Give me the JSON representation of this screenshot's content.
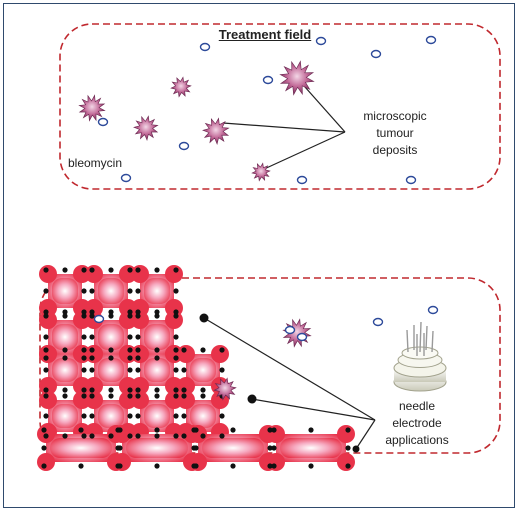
{
  "top_panel": {
    "title": "Treatment field",
    "tumour_label_lines": [
      "microscopic",
      "tumour",
      "deposits"
    ],
    "drug_label": "bleomycin"
  },
  "bottom_panel": {
    "needle_label_lines": [
      "needle",
      "electrode",
      "applications"
    ]
  },
  "colors": {
    "frame_border": "#2f4a6d",
    "dashed_border": "#c0282e",
    "tumour_fill": "#b0557e",
    "electroporation_red": "#e8334a",
    "molecule_stroke": "#2d4a9a"
  },
  "icons": [
    "tumour-star-icon",
    "bleomycin-molecule-icon",
    "needle-electrode-icon",
    "electrode-dot-icon"
  ]
}
